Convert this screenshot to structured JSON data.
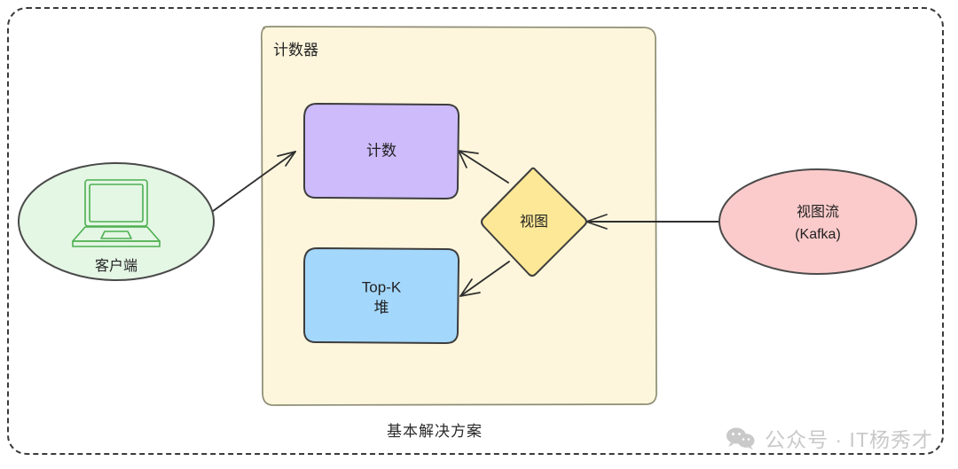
{
  "diagram": {
    "caption": "基本解决方案",
    "container": {
      "title": "计数器",
      "fill": "#FDF6DC",
      "stroke": "#8a8a6e"
    },
    "nodes": [
      {
        "id": "client",
        "label": "客户端",
        "shape": "ellipse",
        "fill": "#E4F6E4",
        "stroke": "#4a4a4a",
        "icon": "laptop-icon"
      },
      {
        "id": "count",
        "label": "计数",
        "shape": "rounded-rect",
        "fill": "#CDBBFB",
        "stroke": "#3d3d3d"
      },
      {
        "id": "topk",
        "label_line1": "Top-K",
        "label_line2": "堆",
        "shape": "rounded-rect",
        "fill": "#A4D7FC",
        "stroke": "#3d3d3d"
      },
      {
        "id": "view",
        "label": "视图",
        "shape": "diamond",
        "fill": "#FCE896",
        "stroke": "#3d3d3d"
      },
      {
        "id": "kafka",
        "label_line1": "视图流",
        "label_line2": "(Kafka)",
        "shape": "ellipse",
        "fill": "#FBCBCB",
        "stroke": "#4a4a4a"
      }
    ],
    "edges": [
      {
        "id": "client-to-count",
        "from": "client",
        "to": "count"
      },
      {
        "id": "view-to-count",
        "from": "view",
        "to": "count"
      },
      {
        "id": "view-to-topk",
        "from": "view",
        "to": "topk"
      },
      {
        "id": "kafka-to-view",
        "from": "kafka",
        "to": "view"
      }
    ]
  },
  "watermark": {
    "text": "公众号 · IT杨秀才",
    "icon": "wechat-icon",
    "color": "#c9c9c9"
  }
}
